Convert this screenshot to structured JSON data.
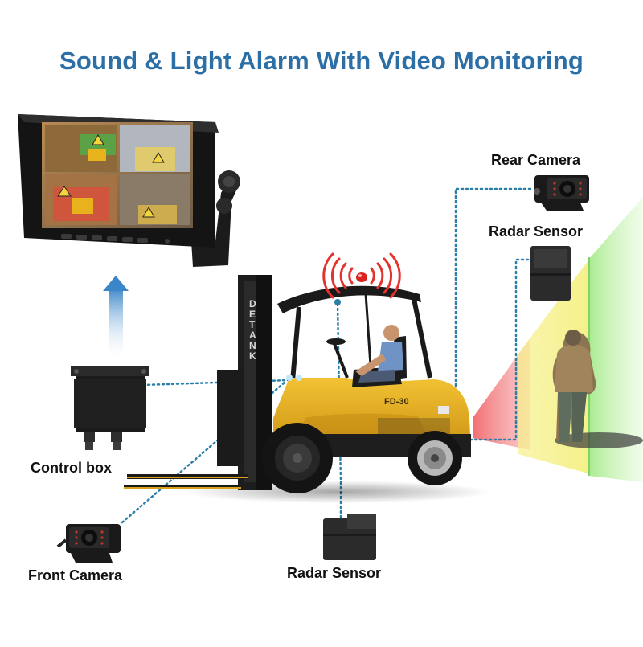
{
  "title": "Sound & Light Alarm With Video Monitoring",
  "labels": {
    "rear_camera": "Rear Camera",
    "radar_sensor_rear": "Radar Sensor",
    "control_box": "Control box",
    "front_camera": "Front Camera",
    "radar_sensor_bottom": "Radar Sensor"
  },
  "forklift": {
    "mast_text": "DET ANK",
    "model_text": "FD-30"
  },
  "colors": {
    "title": "#2c6fa6",
    "connector": "#2a7ea8",
    "zone_red": "#f2676b",
    "zone_yellow": "#f3ef7a",
    "zone_green": "#8fe07a",
    "forklift_body": "#e8b21c"
  }
}
